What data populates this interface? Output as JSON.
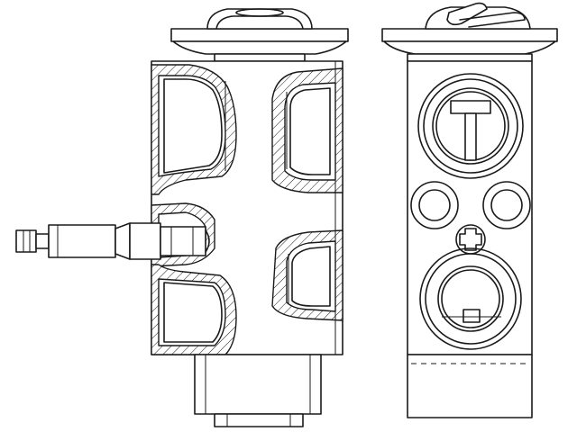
{
  "colors": {
    "line": "#1a1a1a",
    "background": "#ffffff"
  },
  "views": [
    {
      "id": "section-view",
      "icon": "expansion-valve-section"
    },
    {
      "id": "end-view",
      "icon": "expansion-valve-end"
    }
  ]
}
